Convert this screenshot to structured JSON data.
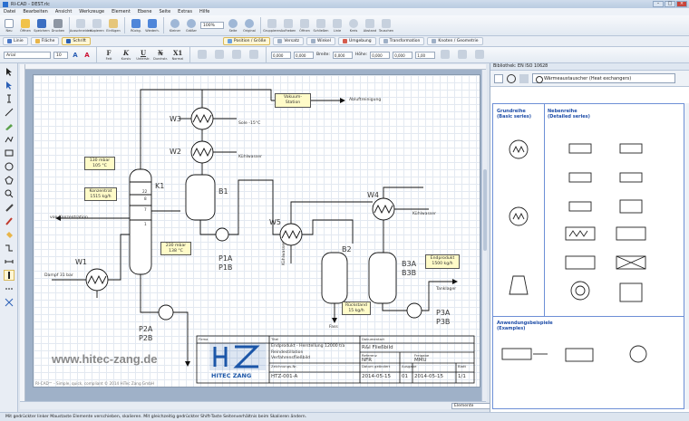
{
  "window": {
    "title": "RI-CAD - DEST.rlc",
    "buttons": [
      "–",
      "□",
      "×"
    ]
  },
  "menu": [
    "Datei",
    "Bearbeiten",
    "Ansicht",
    "Werkzeuge",
    "Element",
    "Ebene",
    "Seite",
    "Extras",
    "Hilfe"
  ],
  "toolbar_main": [
    "Neu",
    "Öffnen",
    "Speichern",
    "Drucken",
    "Ausschneiden",
    "Kopieren",
    "Einfügen",
    "Rückg.",
    "Wiederh.",
    "Kleiner",
    "Größer",
    "Seite",
    "Original",
    "Gruppieren",
    "Aufheben",
    "Öffnen",
    "Schließen",
    "Linie",
    "Kreis",
    "Abstand",
    "Tauschen"
  ],
  "zoom_value": "100%",
  "tabs": [
    {
      "label": "Linie",
      "active": false
    },
    {
      "label": "Fläche",
      "active": false
    },
    {
      "label": "Schrift",
      "active": true
    },
    {
      "label": "Position / Größe",
      "active": true
    },
    {
      "label": "Versatz",
      "active": false
    },
    {
      "label": "Winkel",
      "active": false
    },
    {
      "label": "Umgebung",
      "active": false
    },
    {
      "label": "Transformation",
      "active": false
    },
    {
      "label": "Knoten / Geometrie",
      "active": false
    }
  ],
  "font": {
    "name": "Arial",
    "size": "10"
  },
  "format_buttons": [
    "F",
    "K",
    "U",
    "X",
    "X1"
  ],
  "format_labels": [
    "Fett",
    "Kursiv",
    "Unterstr.",
    "Durchstr.",
    "Normal"
  ],
  "pos_fields": [
    "0,000",
    "0,000",
    "0,000",
    "0,000",
    "0,000",
    "1,00"
  ],
  "pos_labels": [
    "Breite:",
    "Höhe:"
  ],
  "library": {
    "title": "Bibliothek: EN ISO 10628",
    "category": "Wärmeaustauscher (Heat exchangers)",
    "col1_head": "Grundreihe",
    "col1_sub": "(Basic series)",
    "col2_head": "Nebenreihe",
    "col2_sub": "(Detailed series)",
    "examples_head": "Anwendungsbeispiele",
    "examples_sub": "(Examples)"
  },
  "diagram": {
    "labels": {
      "W3": "W3",
      "W2": "W2",
      "W1": "W1",
      "W4": "W4",
      "W5": "W5",
      "K1": "K1",
      "B1": "B1",
      "B2": "B2",
      "P1": "P1A\nP1B",
      "P1A": "P1A",
      "P1B": "P1B",
      "P2A": "P2A",
      "P2B": "P2B",
      "P3A": "P3A",
      "P3B": "P3B",
      "B3A": "B3A",
      "B3B": "B3B"
    },
    "notes": {
      "vakuum1": "Vakuum-",
      "vakuum2": "Station",
      "abluft": "Abluftreinigung",
      "sole": "Sole -15°C",
      "kuehl1": "Kühlwasser",
      "kuehl2": "Kühlwasser",
      "kuehl3": "Kühlwasser",
      "box1a": "130 mbar",
      "box1b": "105 °C",
      "box2a": "Konzentrat",
      "box2b": "1515 kg/h",
      "box3a": "230 mbar",
      "box3b": "138 °C",
      "von": "von Konzentration",
      "dampf": "Dampf 31 bar",
      "tray22": "22",
      "tray8": "8",
      "tray7": "7",
      "tray1": "1",
      "endprod1": "Endprodukt",
      "endprod2": "1500 kg/h",
      "rueck1": "Rückstand",
      "rueck2": "15 kg/h",
      "fass": "Fass",
      "tank": "Tanklager"
    },
    "website": "www.hitec-zang.de",
    "slogan": "RI-CAD™ - Simple, quick, compliant  © 2014 HiTec Zang GmbH"
  },
  "titleblock": {
    "firm": "Firma",
    "titel_label": "Titel",
    "title_line1": "Endprodukt - Herstellung 12000 t/a",
    "title_line2": "Reindestillation",
    "title_line3": "Verfahrensfließbild",
    "doc_label": "Dokumentart",
    "doc_value": "R&I Fließbild",
    "rel_label": "Referenz",
    "rel_value": "NFR",
    "freig_label": "Freigabe",
    "freig_value": "MMU",
    "zeich_label": "Zeichnungs-Nr.",
    "zeich_value": "HTZ-001-A",
    "datum_label": "Datum geändert",
    "datum_value": "2014-05-15",
    "ausgabe_label": "Ausgabe",
    "ausgabe_value": "01",
    "datum2_value": "2014-05-15",
    "blatt_label": "Blatt",
    "blatt_value": "1/1",
    "logo_text": "HITEC ZANG"
  },
  "bottom_select": "Elemente",
  "status": "Mit gedrückter linker Maustaste Elemente verschieben, skalieren. Mit gleichzeitig gedrückter Shift-Taste Seitenverhältnis beim Skalieren ändern.",
  "colors": {
    "accent": "#1f4ea8",
    "note_bg": "#fffbc8",
    "logo_blue": "#1b56a8"
  }
}
